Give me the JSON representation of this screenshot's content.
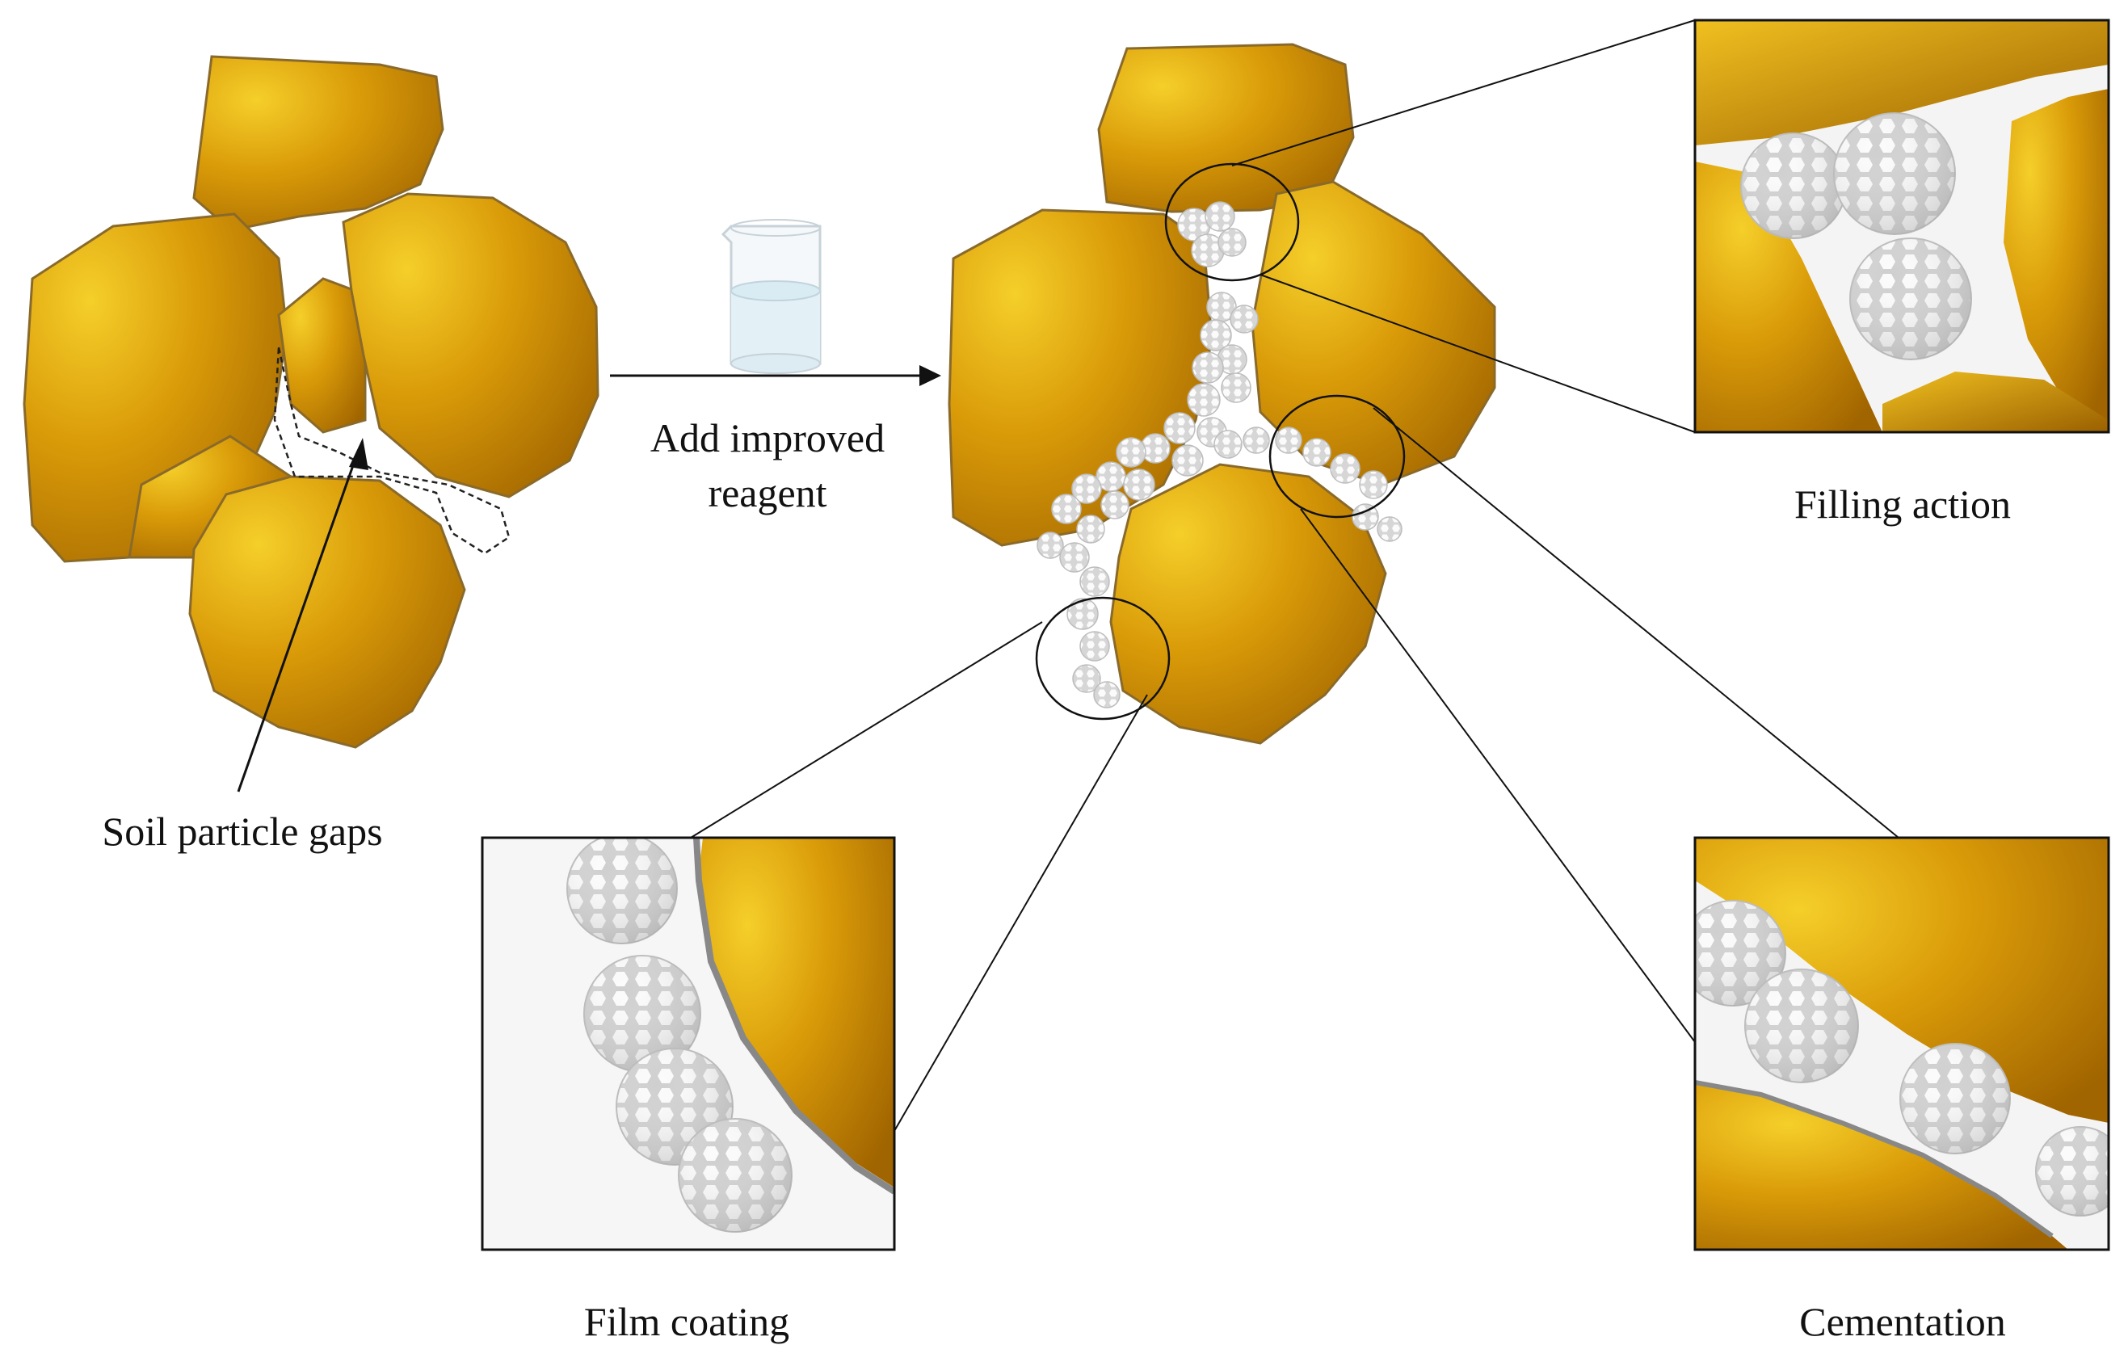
{
  "labels": {
    "soil_gaps": "Soil particle gaps",
    "add_reagent_line1": "Add improved",
    "add_reagent_line2": "reagent",
    "filling": "Filling action",
    "film": "Film coating",
    "cementation": "Cementation"
  },
  "colors": {
    "particle_light": "#f2c21a",
    "particle_mid": "#d99a08",
    "particle_dark": "#a86a00",
    "microsphere": "#e4e4e4",
    "microsphere_hole": "#ffffff",
    "line": "#111111"
  }
}
